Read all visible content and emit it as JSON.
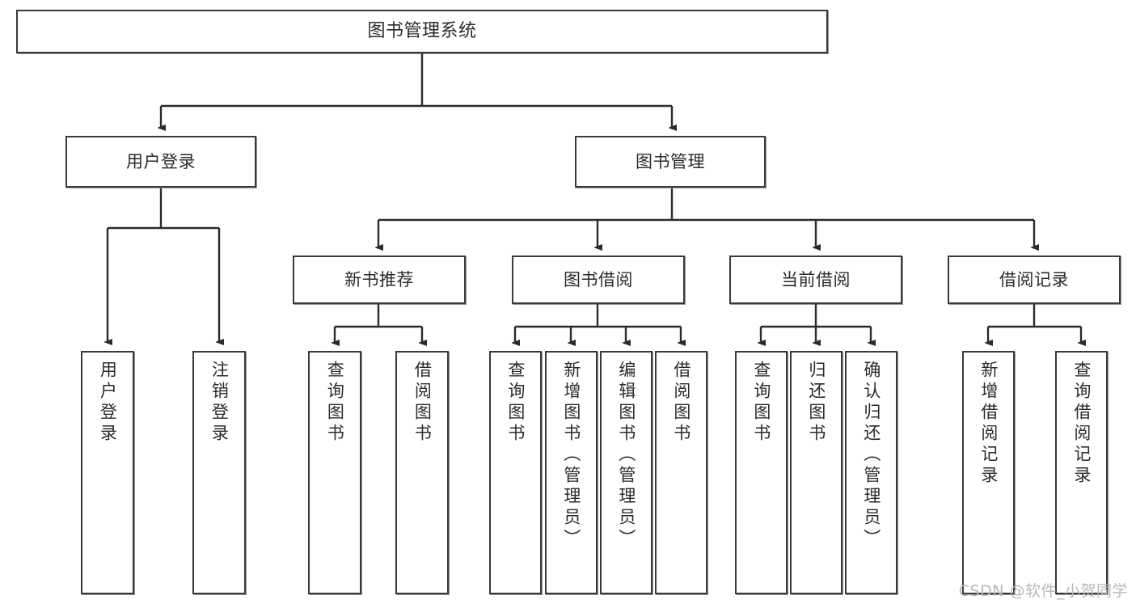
{
  "diagram": {
    "title": "图书管理系统",
    "type": "tree-hierarchy",
    "root": {
      "label": "图书管理系统"
    },
    "level2": [
      {
        "label": "用户登录"
      },
      {
        "label": "图书管理"
      }
    ],
    "level3": [
      {
        "label": "新书推荐"
      },
      {
        "label": "图书借阅"
      },
      {
        "label": "当前借阅"
      },
      {
        "label": "借阅记录"
      }
    ],
    "leaves": {
      "user_login": [
        {
          "label": "用户登录"
        },
        {
          "label": "注销登录"
        }
      ],
      "new_book_recommend": [
        {
          "label": "查询图书"
        },
        {
          "label": "借阅图书"
        }
      ],
      "book_borrow": [
        {
          "label": "查询图书"
        },
        {
          "label": "新增图书（管理员）"
        },
        {
          "label": "编辑图书（管理员）"
        },
        {
          "label": "借阅图书"
        }
      ],
      "current_borrow": [
        {
          "label": "查询图书"
        },
        {
          "label": "归还图书"
        },
        {
          "label": "确认归还（管理员）"
        }
      ],
      "borrow_record": [
        {
          "label": "新增借阅记录"
        },
        {
          "label": "查询借阅记录"
        }
      ]
    },
    "watermark": "CSDN @软件_小贺同学",
    "colors": {
      "box_border": "#3a3a3a",
      "box_fill": "#ffffff",
      "connector": "#2b2b2b",
      "text": "#2b2b2b",
      "watermark": "#b9b9b9"
    }
  }
}
